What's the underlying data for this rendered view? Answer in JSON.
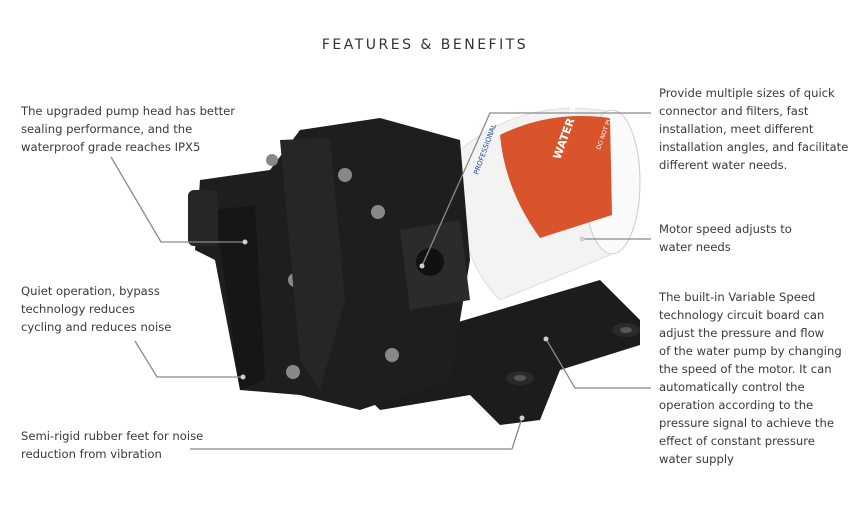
{
  "title": "FEATURES & BENEFITS",
  "features": {
    "pump_head": "The upgraded pump head has better\nsealing performance, and the\nwaterproof grade reaches IPX5",
    "quiet": "Quiet operation, bypass\ntechnology  reduces\ncycling and reduces noise",
    "feet": "Semi-rigid rubber feet for noise\nreduction from vibration",
    "connectors": "Provide multiple sizes of quick\nconnector and filters, fast\ninstallation, meet different\ninstallation angles, and facilitate\ndifferent water needs.",
    "motor": "Motor speed adjusts to\nwater needs",
    "variable_speed": "The built-in Variable Speed\ntechnology circuit board can\nadjust the pressure and flow\nof the water pump by changing\nthe speed of the motor. It can\nautomatically control the\noperation according to the\npressure signal to achieve the\neffect of constant pressure\nwater supply"
  },
  "product_label": {
    "brand_line": "WATER PRESSURE",
    "sub_line": "PROFESSIONAL",
    "warning": "DO NOT PUMP FUEL"
  },
  "colors": {
    "label_orange": "#d9532b",
    "pump_black": "#1e1e1e",
    "leader_line": "#8a8a8a"
  }
}
